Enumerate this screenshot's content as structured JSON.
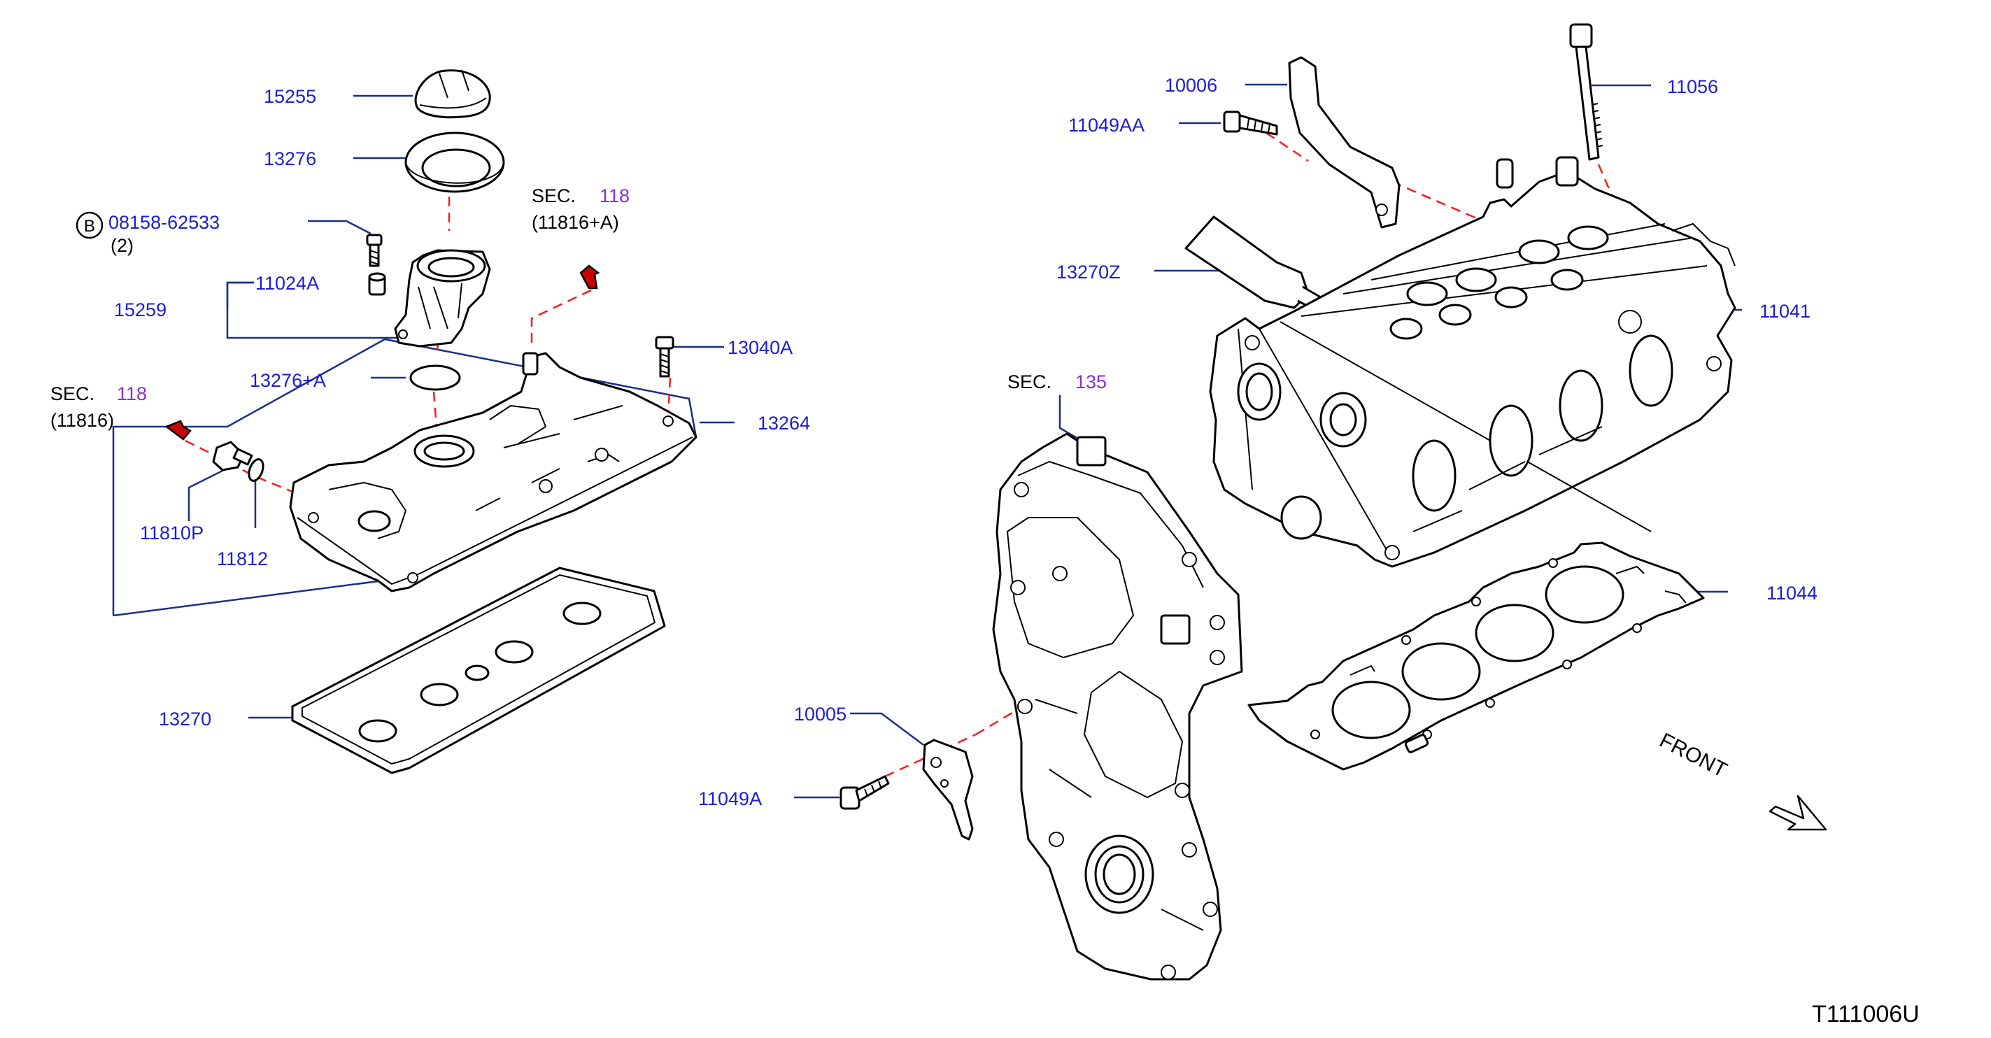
{
  "diagram_title": "T111006U",
  "callouts": {
    "p15255": "15255",
    "p13276": "13276",
    "bolt_circle": "B",
    "p08158": "08158-62533",
    "p08158_qty": "(2)",
    "p11024A": "11024A",
    "p15259": "15259",
    "p13276A": "13276+A",
    "p11810P": "11810P",
    "p11812": "11812",
    "p13040A": "13040A",
    "p13264": "13264",
    "p13270": "13270",
    "p10006": "10006",
    "p11049AA": "11049AA",
    "p11056": "11056",
    "p13270Z": "13270Z",
    "p11041": "11041",
    "p11044": "11044",
    "p10005": "10005",
    "p11049A": "11049A"
  },
  "section_refs": {
    "sec_a": {
      "word": "SEC.",
      "num": "118",
      "sub": "(11816+A)"
    },
    "sec_b": {
      "word": "SEC.",
      "num": "118",
      "sub": "(11816)"
    },
    "sec_c": {
      "word": "SEC.",
      "num": "135"
    }
  },
  "front_label": "FRONT",
  "colors": {
    "callout_text": "#1c1cd9",
    "section_number": "#8a2be2",
    "leader_line": "#1a2f8a",
    "dashed_line": "#ff1a1a",
    "outline": "#000000",
    "arrow_fill": "#cc0000"
  }
}
